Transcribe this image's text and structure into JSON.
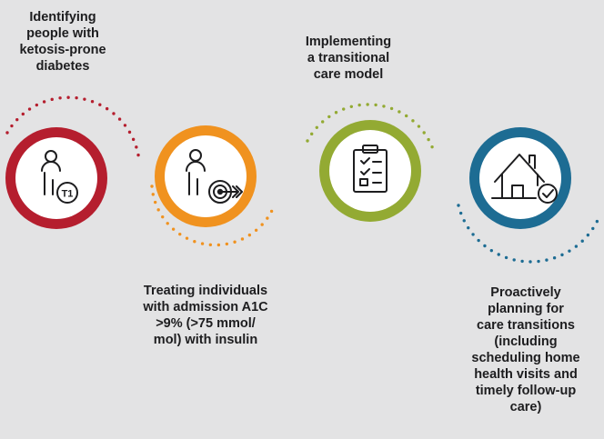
{
  "colors": {
    "background": "#e3e3e4",
    "step1": "#b51e2e",
    "step2": "#f0921f",
    "step3": "#93aa33",
    "step4": "#1d6c93",
    "text": "#1d1d1f"
  },
  "steps": [
    {
      "label": "Identifying\npeople with\nketosis-prone\ndiabetes",
      "icon": "person-type1-badge-icon",
      "badge": "T1"
    },
    {
      "label": "Treating individuals\nwith admission A1C\n>9% (>75 mmol/\nmol) with insulin",
      "icon": "person-target-icon"
    },
    {
      "label": "Implementing\na transitional\ncare model",
      "icon": "clipboard-checklist-icon"
    },
    {
      "label": "Proactively\nplanning for\ncare transitions\n(including\nscheduling home\nhealth visits and\ntimely follow-up\ncare)",
      "icon": "house-check-icon"
    }
  ]
}
